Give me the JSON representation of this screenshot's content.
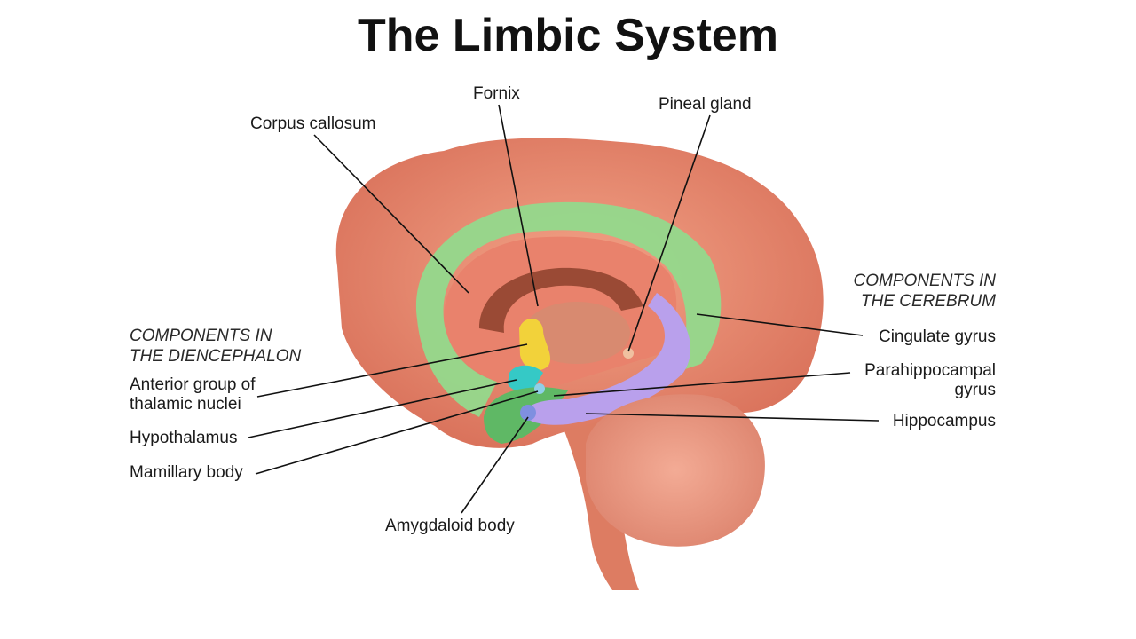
{
  "title": "The Limbic System",
  "sections": {
    "diencephalon": [
      "COMPONENTS IN",
      "THE DIENCEPHALON"
    ],
    "cerebrum": [
      "COMPONENTS IN",
      "THE CEREBRUM"
    ]
  },
  "labels": {
    "fornix": "Fornix",
    "corpus_callosum": "Corpus callosum",
    "pineal_gland": "Pineal gland",
    "anterior_group": [
      "Anterior group of",
      "thalamic nuclei"
    ],
    "hypothalamus": "Hypothalamus",
    "mamillary_body": "Mamillary body",
    "amygdaloid_body": "Amygdaloid body",
    "cingulate_gyrus": "Cingulate gyrus",
    "parahippocampal_gyrus": [
      "Parahippocampal",
      "gyrus"
    ],
    "hippocampus": "Hippocampus"
  },
  "colors": {
    "cortex": "#e8896a",
    "cingulate": "#8fd98a",
    "hippocampus": "#b9a0ec",
    "thalamic_nuclei": "#f2d23a",
    "hypothalamus": "#35c9c6",
    "cerebellum": "#e9977f",
    "brainstem": "#e07f66"
  }
}
